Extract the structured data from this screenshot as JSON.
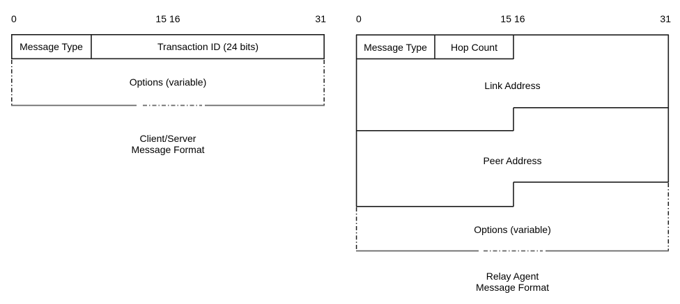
{
  "colors": {
    "line": "#1c1c1c",
    "torn_line": "#666666",
    "text": "#000000",
    "background": "#ffffff"
  },
  "left_diagram": {
    "bit_labels": {
      "start": "0",
      "mid_left": "15",
      "mid_right": "16",
      "end": "31"
    },
    "fields": {
      "message_type": "Message Type",
      "transaction_id": "Transaction ID (24 bits)",
      "options": "Options (variable)"
    },
    "caption": {
      "line1": "Client/Server",
      "line2": "Message Format"
    }
  },
  "right_diagram": {
    "bit_labels": {
      "start": "0",
      "mid_left": "15",
      "mid_right": "16",
      "end": "31"
    },
    "fields": {
      "message_type": "Message Type",
      "hop_count": "Hop Count",
      "link_address": "Link Address",
      "peer_address": "Peer Address",
      "options": "Options (variable)"
    },
    "caption": {
      "line1": "Relay Agent",
      "line2": "Message Format"
    }
  }
}
